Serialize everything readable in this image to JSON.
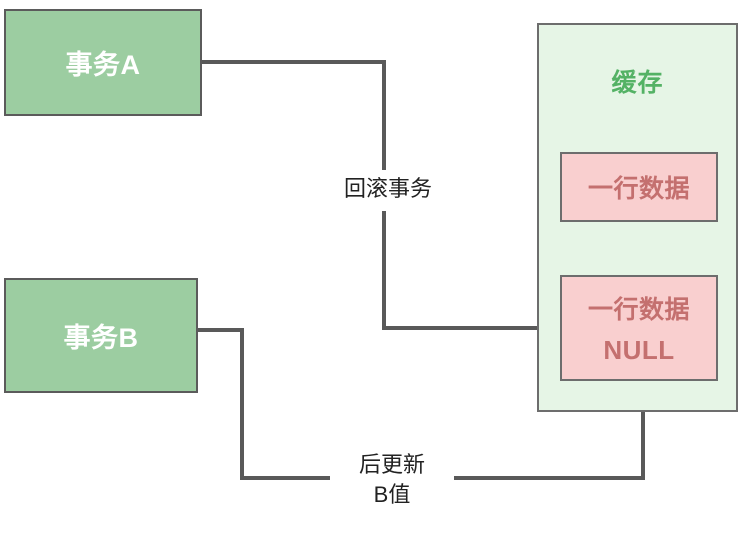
{
  "diagram": {
    "title_visible": false,
    "colors": {
      "transaction_fill": "#9ccda1",
      "transaction_text": "#ffffff",
      "cache_fill": "#e6f5e6",
      "cache_title_text": "#54b265",
      "row_fill": "#f9cfcf",
      "row_text": "#c4706f",
      "border": "#6d6d6d",
      "connector": "#595959",
      "label_text": "#222222",
      "background": "#ffffff"
    },
    "nodes": {
      "transaction_a": {
        "label": "事务A"
      },
      "transaction_b": {
        "label": "事务B"
      },
      "cache": {
        "title": "缓存",
        "rows": [
          {
            "line1": "一行数据",
            "line2": ""
          },
          {
            "line1": "一行数据",
            "line2": "NULL"
          }
        ]
      }
    },
    "edges": [
      {
        "id": "rollback",
        "from": "transaction_a",
        "to": "cache_row_2",
        "label_lines": [
          "回滚事务"
        ],
        "arrow": "right"
      },
      {
        "id": "late-update",
        "from": "transaction_b",
        "to": "cache_row_2",
        "label_lines": [
          "后更新",
          "B值"
        ],
        "arrow": "up"
      }
    ]
  }
}
